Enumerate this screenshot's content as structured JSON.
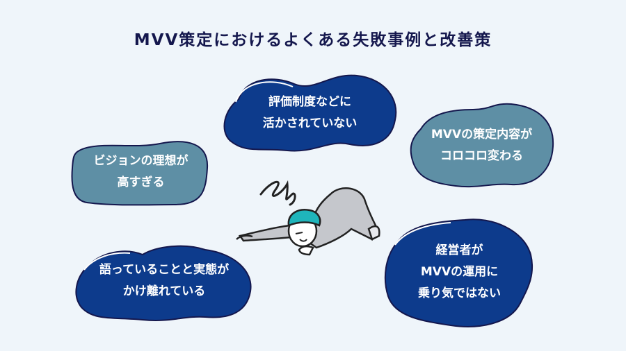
{
  "title": "MVV策定におけるよくある失敗事例と改善策",
  "colors": {
    "background": "#eff5fa",
    "title": "#14174d",
    "dark_cloud": "#0d3b8c",
    "light_cloud": "#5e8fa5",
    "outline": "#14174d",
    "hair": "#1fb5bb",
    "suit": "#c5c7cc"
  },
  "clouds": [
    {
      "id": "evaluation",
      "text": "評価制度などに\n活かされていない",
      "style": "dark"
    },
    {
      "id": "vision",
      "text": "ビジョンの理想が\n高すぎる",
      "style": "light"
    },
    {
      "id": "changes",
      "text": "MVVの策定内容が\nコロコロ変わる",
      "style": "light"
    },
    {
      "id": "gap",
      "text": "語っていることと実態が\nかけ離れている",
      "style": "dark"
    },
    {
      "id": "executives",
      "text": "経営者が\nMVVの運用に\n乗り気ではない",
      "style": "dark"
    }
  ],
  "illustration": {
    "description": "crawling-defeated-man"
  }
}
